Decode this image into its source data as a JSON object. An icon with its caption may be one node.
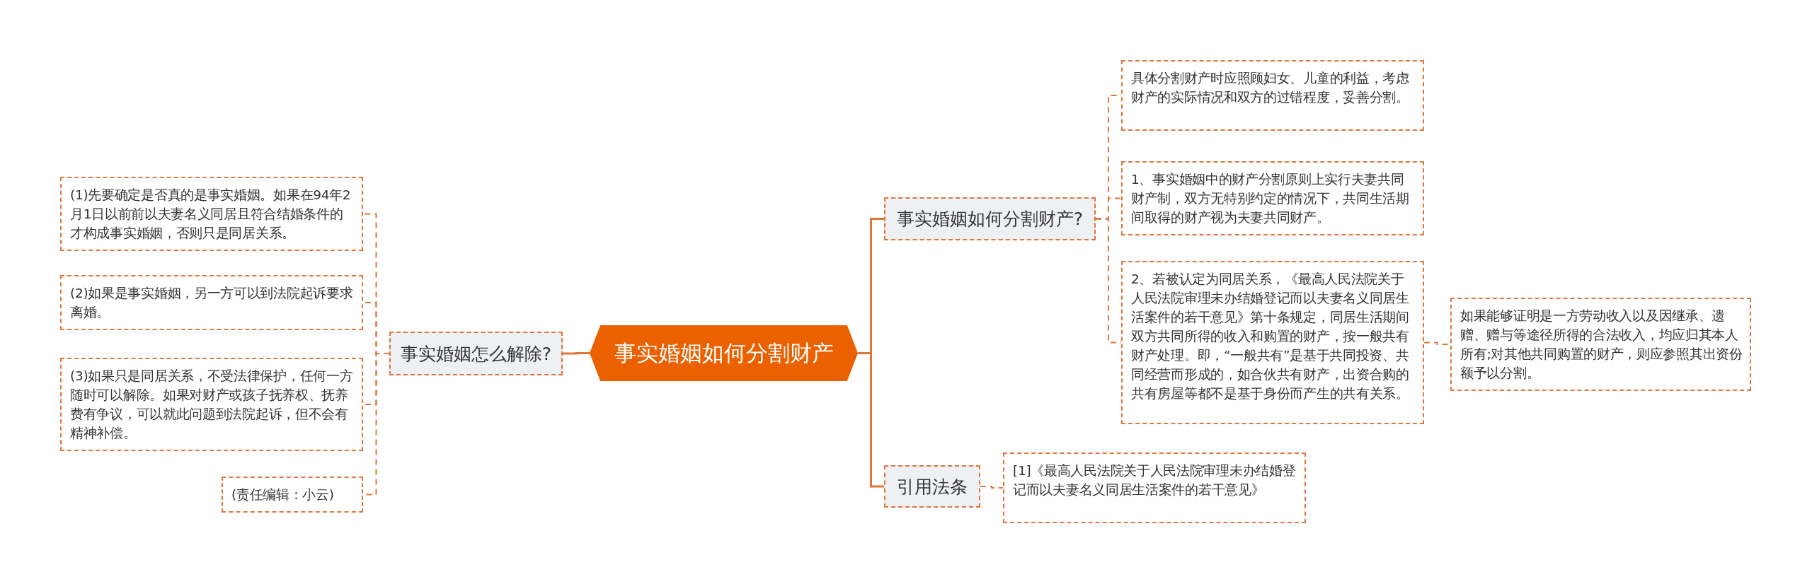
{
  "diagram": {
    "nodes": [
      {
        "text": [
          "事实婚姻如何分割财产"
        ]
      },
      {
        "text": [
          "事实婚姻怎么解除?"
        ]
      },
      {
        "text": [
          "(1)先要确定是否真的是事实婚姻。如果在94年2月1日以前前以夫妻名义同居且符合结婚条件的才构成事实婚姻，否则只是同居关系。"
        ]
      },
      {
        "text": [
          "(2)如果是事实婚姻，另一方可以到法院起诉要求离婚。"
        ]
      },
      {
        "text": [
          "(3)如果只是同居关系，不受法律保护，任何一方随时可以解除。如果对财产或孩子抚养权、抚养费有争议，可以就此问题到法院起诉，但不会有精神补偿。"
        ]
      },
      {
        "text": [
          "(责任编辑：小云)"
        ]
      },
      {
        "text": [
          "事实婚姻如何分割财产?"
        ]
      },
      {
        "text": [
          "具体分割财产时应照顾妇女、儿童的利益，考虑财产的实际情况和双方的过错程度，妥善分割。"
        ]
      },
      {
        "text": [
          "1、事实婚姻中的财产分割原则上实行夫妻共同财产制，双方无特别约定的情况下，共同生活期间取得的财产视为夫妻共同财产。"
        ]
      },
      {
        "text": [
          "2、若被认定为同居关系，《最高人民法院关于人民法院审理未办结婚登记而以夫妻名义同居生活案件的若干意见》第十条规定，同居生活期间双方共同所得的收入和购置的财产，按一般共有财产处理。即，“一般共有”是基于共同投资、共同经营而形成的，如合伙共有财产，出资合购的共有房屋等都不是基于身份而产生的共有关系。"
        ]
      },
      {
        "text": [
          "如果能够证明是一方劳动收入以及因继承、遗赠、赠与等途径所得的合法收入，均应归其本人所有;对其他共同购置的财产，则应参照其出资份额予以分割。"
        ]
      },
      {
        "text": [
          "引用法条"
        ]
      },
      {
        "text": [
          "[1]《最高人民法院关于人民法院审理未办结婚登记而以夫妻名义同居生活案件的若干意见》"
        ]
      }
    ],
    "edges": [
      {
        "from": 0,
        "to": 1,
        "arrow": "none"
      },
      {
        "from": 0,
        "to": 6,
        "arrow": "none"
      },
      {
        "from": 0,
        "to": 11,
        "arrow": "none"
      },
      {
        "from": 1,
        "to": 2,
        "arrow": "none",
        "style": "dashed"
      },
      {
        "from": 1,
        "to": 3,
        "arrow": "none",
        "style": "dashed"
      },
      {
        "from": 1,
        "to": 4,
        "arrow": "none",
        "style": "dashed"
      },
      {
        "from": 1,
        "to": 5,
        "arrow": "none",
        "style": "dashed"
      },
      {
        "from": 6,
        "to": 7,
        "arrow": "none",
        "style": "dashed"
      },
      {
        "from": 6,
        "to": 8,
        "arrow": "none",
        "style": "dashed"
      },
      {
        "from": 6,
        "to": 9,
        "arrow": "none",
        "style": "dashed"
      },
      {
        "from": 9,
        "to": 10,
        "arrow": "none",
        "style": "dashed"
      },
      {
        "from": 11,
        "to": 12,
        "arrow": "none",
        "style": "dashed"
      }
    ]
  }
}
